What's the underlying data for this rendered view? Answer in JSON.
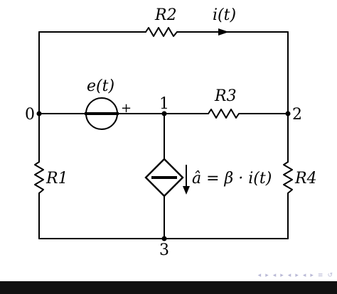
{
  "circuit": {
    "resistors": {
      "r2": "R2",
      "r3": "R3",
      "r1": "R1",
      "r4": "R4"
    },
    "current_label": "i(t)",
    "source_label": "e(t)",
    "source_plus": "+",
    "dependent_source_label": "â = β · i(t)",
    "nodes": [
      "0",
      "1",
      "2",
      "3"
    ]
  },
  "nav": {
    "glyphs": [
      "◂",
      "▸",
      "◂",
      "▸",
      "◂",
      "▸",
      "◂",
      "▸",
      "≡",
      "↺"
    ]
  }
}
